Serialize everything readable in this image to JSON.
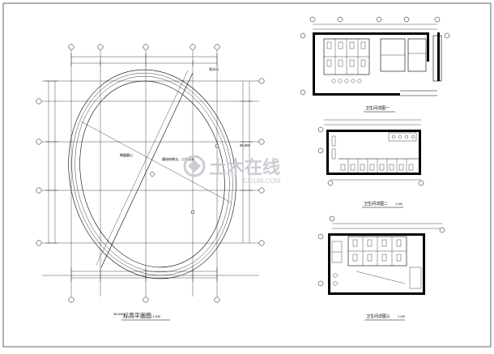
{
  "plan": {
    "title_num": "35.600",
    "title": "标高平面图",
    "title_scale": "1:100",
    "label_center": "椭圆圆心",
    "label_note": "膜结构做法，二次设计",
    "label_elev": "35.600",
    "label_rain": "雨水口"
  },
  "toilets": [
    {
      "title": "卫生间详图一",
      "scale": ""
    },
    {
      "title": "卫生间详图二",
      "scale": "1:100"
    },
    {
      "title": "卫生间详图三",
      "scale": "1:100"
    }
  ],
  "watermark": {
    "text": "土木在线",
    "url": "CO188.COM"
  }
}
